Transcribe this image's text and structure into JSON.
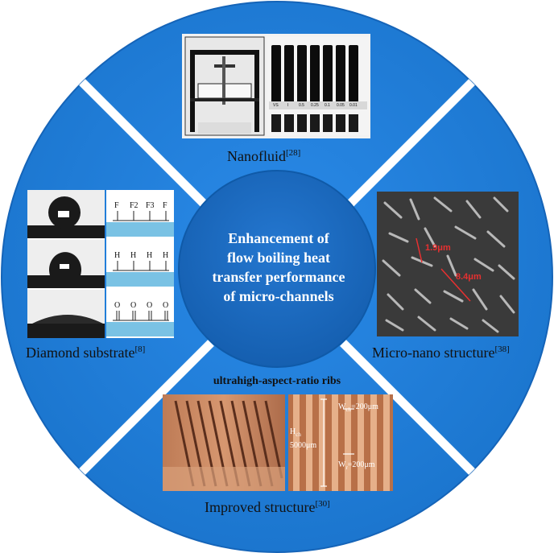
{
  "center": {
    "lines": [
      "Enhancement of",
      "flow boiling heat",
      "transfer performance",
      "of micro-channels"
    ]
  },
  "segments": {
    "top": {
      "label": "Nanofluid",
      "ref": "[28]"
    },
    "right": {
      "label": "Micro-nano structure",
      "ref": "[38]"
    },
    "bottom": {
      "label": "Improved structure",
      "ref": "[30]",
      "title": "ultrahigh-aspect-ratio ribs"
    },
    "left": {
      "label": "Diamond substrate",
      "ref": "[8]"
    }
  },
  "nanofluid_vial_labels": [
    "VS",
    "I",
    "0.5",
    "0.25",
    "0.1",
    "0.05",
    "0.01"
  ],
  "micro_nano_annotations": [
    "1.9μm",
    "8.4μm"
  ],
  "ribs_dimensions": {
    "wch": "W",
    "wch_sub": "ch",
    "wch_value": "=200μm",
    "wr": "W",
    "wr_sub": "r",
    "wr_value": "=200μm",
    "h": "H",
    "h_sub": "ch",
    "h_value": "5000μm"
  },
  "diamond_rows": [
    {
      "atoms": [
        "F",
        "F2",
        "F3",
        "F"
      ]
    },
    {
      "atoms": [
        "H",
        "H",
        "H",
        "H"
      ]
    },
    {
      "atoms": [
        "O",
        "O",
        "O",
        "O"
      ]
    }
  ],
  "colors": {
    "circle": "#1f7fd6",
    "ring_dark": "#0d5fae",
    "center": "#1b69bf",
    "divider": "#ffffff"
  }
}
